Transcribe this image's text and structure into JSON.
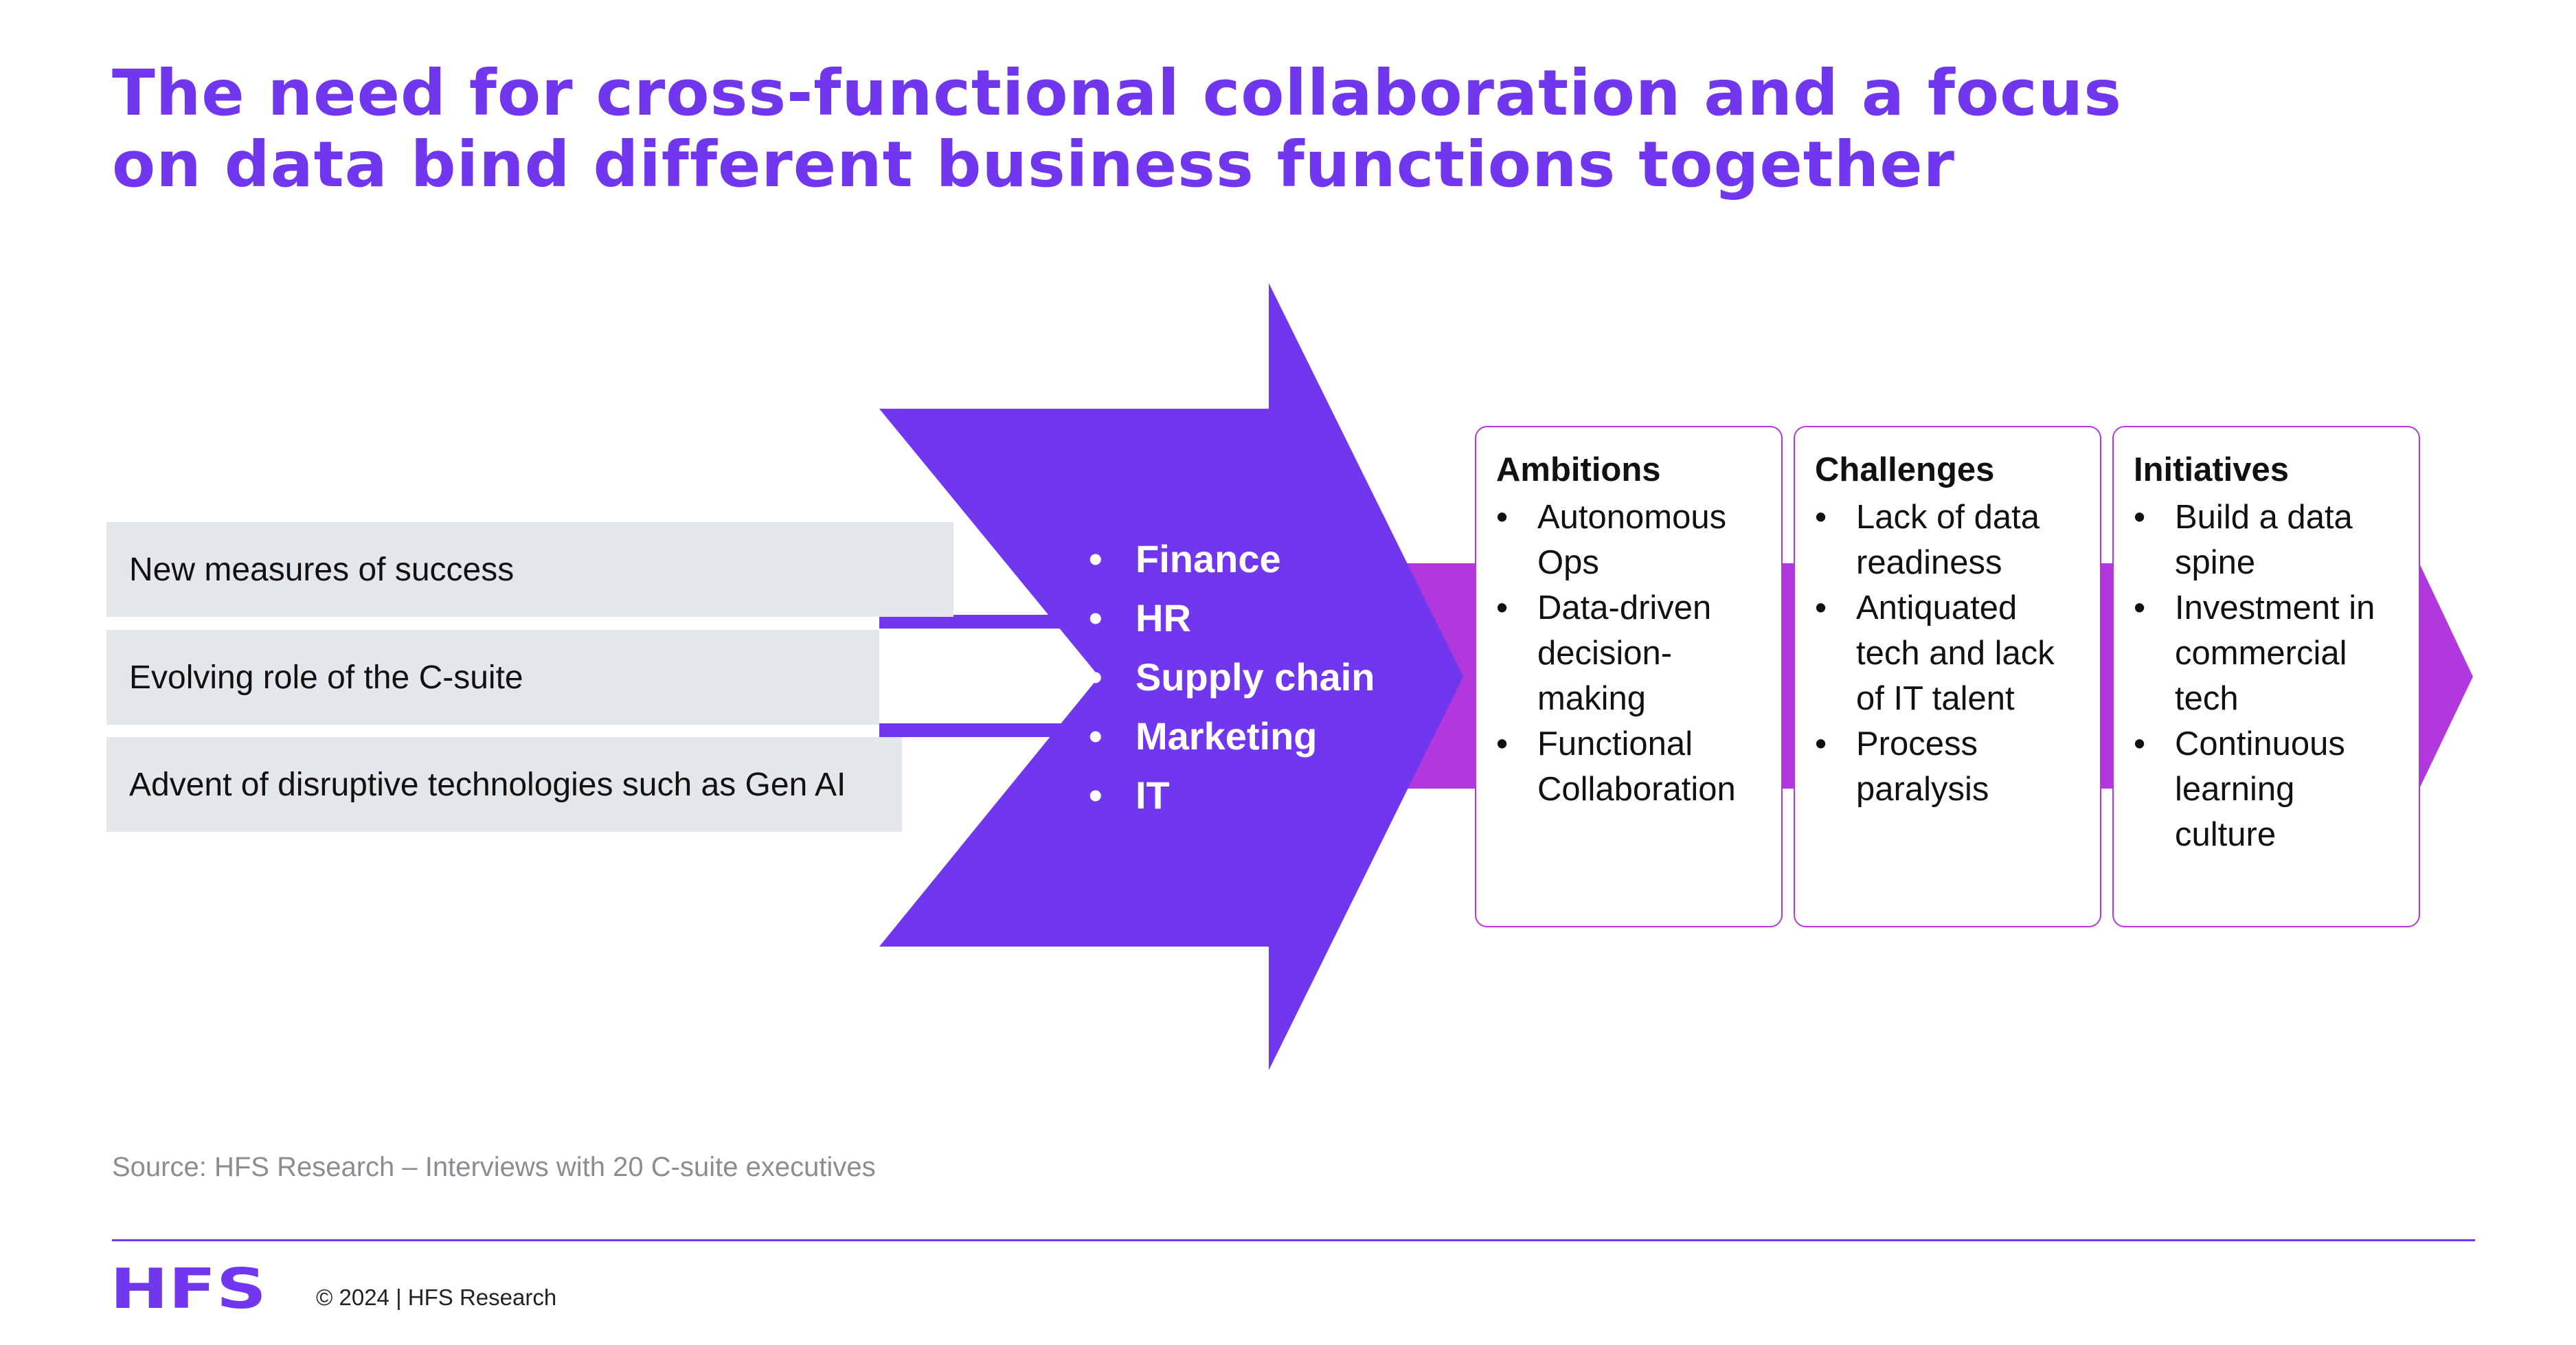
{
  "title": {
    "line1": "The need for cross-functional collaboration and a focus",
    "line2": "on data bind different business functions together"
  },
  "drivers": [
    "New measures of success",
    "Evolving role of the C-suite",
    "Advent of disruptive technologies such as Gen AI"
  ],
  "functions": [
    "Finance",
    "HR",
    "Supply chain",
    "Marketing",
    "IT"
  ],
  "cards": [
    {
      "heading": "Ambitions",
      "items": [
        "Autonomous Ops",
        "Data-driven decision-making",
        "Functional Collaboration"
      ]
    },
    {
      "heading": "Challenges",
      "items": [
        "Lack of data readiness",
        "Antiquated tech and lack of IT talent",
        "Process paralysis"
      ]
    },
    {
      "heading": "Initiatives",
      "items": [
        "Build a data spine",
        "Investment in commercial tech",
        "Continuous learning culture"
      ]
    }
  ],
  "source": "Source: HFS Research – Interviews with 20 C-suite executives",
  "footer": {
    "logo": "HFS",
    "copyright": "© 2024 | HFS Research"
  },
  "colors": {
    "primary_purple": "#7137ee",
    "magenta": "#b038dc",
    "driver_grey": "#e4e7ea"
  }
}
